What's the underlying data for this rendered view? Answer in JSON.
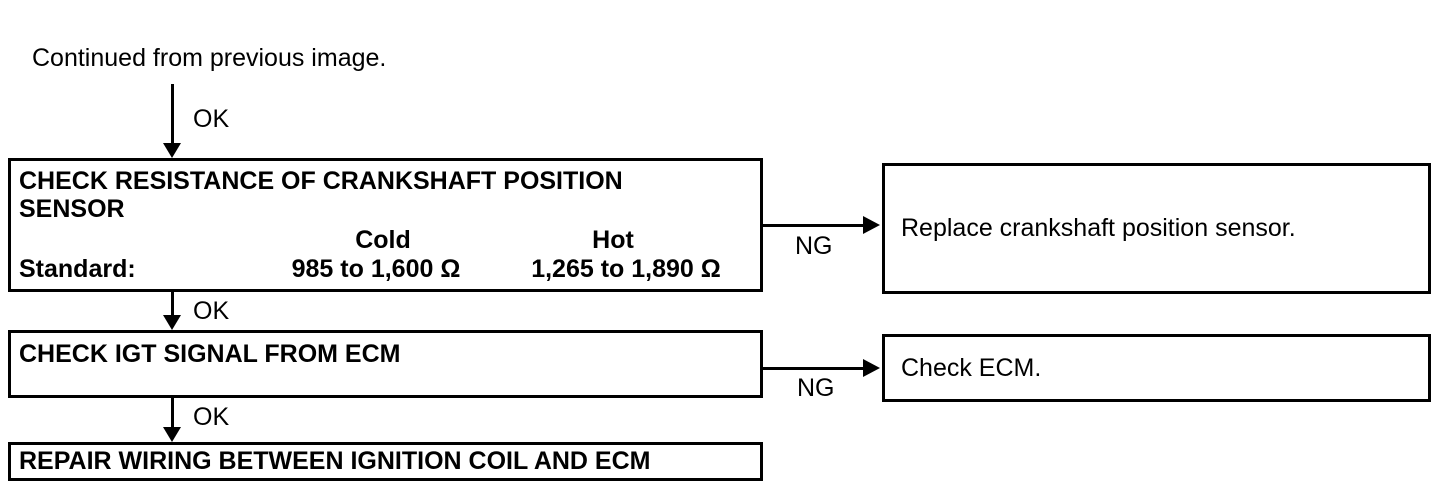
{
  "page": {
    "background_color": "#ffffff",
    "line_color": "#000000",
    "text_color": "#000000"
  },
  "intro": {
    "text": "Continued from previous image."
  },
  "connector_labels": {
    "ok": "OK",
    "ng": "NG"
  },
  "flow": {
    "step1": {
      "title": "CHECK RESISTANCE OF CRANKSHAFT POSITION SENSOR",
      "standard_label": "Standard:",
      "cold_header": "Cold",
      "cold_value": "985 to 1,600 Ω",
      "hot_header": "Hot",
      "hot_value": "1,265 to 1,890 Ω",
      "ng_result": "Replace crankshaft position sensor."
    },
    "step2": {
      "title": "CHECK IGT SIGNAL FROM ECM",
      "ng_result": "Check ECM."
    },
    "step3": {
      "title": "REPAIR WIRING BETWEEN IGNITION COIL AND ECM"
    }
  }
}
